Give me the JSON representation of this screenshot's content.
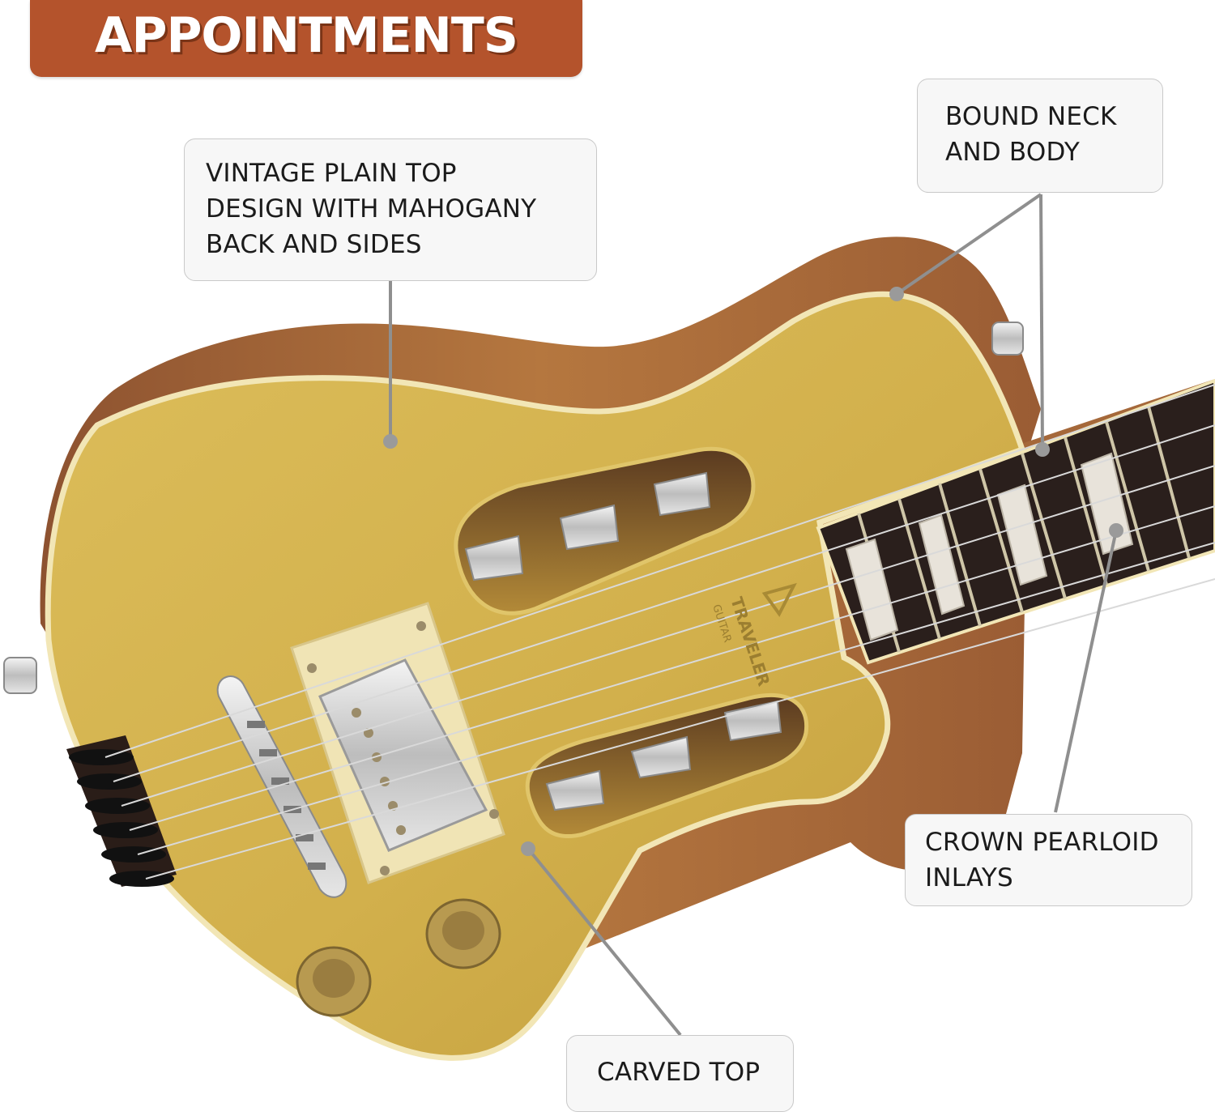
{
  "banner": {
    "title": "APPOINTMENTS"
  },
  "guitar": {
    "brand": "TRAVELER",
    "sub": "GUITAR"
  },
  "callouts": {
    "top": {
      "line1": "VINTAGE PLAIN TOP",
      "line2": "DESIGN WITH MAHOGANY",
      "line3": "BACK AND SIDES"
    },
    "neck": {
      "line1": "BOUND NECK",
      "line2": "AND BODY"
    },
    "crown": {
      "line1": "CROWN PEARLOID",
      "line2": "INLAYS"
    },
    "carved": {
      "line1": "CARVED TOP"
    }
  },
  "colors": {
    "banner": "#b4532c",
    "gold_top": "#d4b24e",
    "mahogany": "#a5683a",
    "binding": "#f2e6b6",
    "fretboard": "#2a1f1c",
    "leader_line": "#8f8f8f"
  }
}
